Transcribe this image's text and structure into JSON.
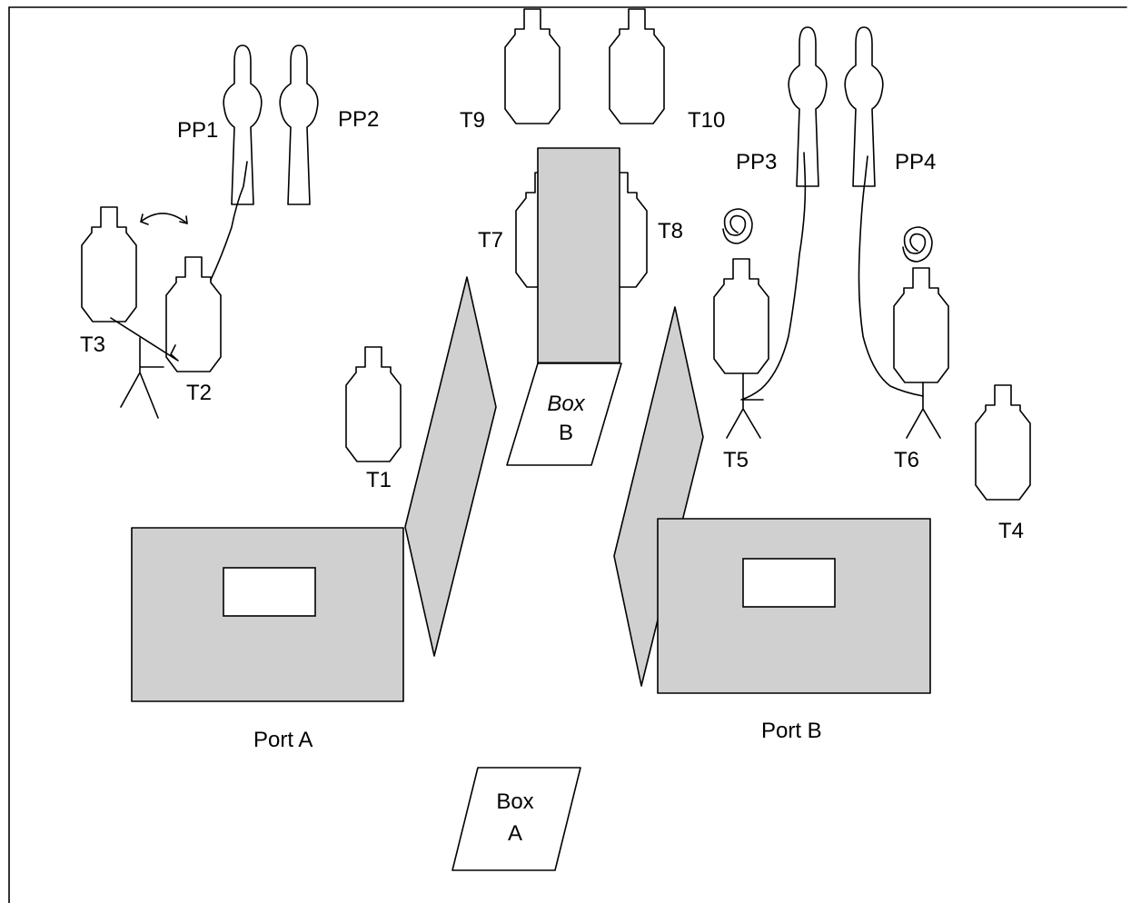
{
  "labels": {
    "pp1": "PP1",
    "pp2": "PP2",
    "pp3": "PP3",
    "pp4": "PP4",
    "t1": "T1",
    "t2": "T2",
    "t3": "T3",
    "t4": "T4",
    "t5": "T5",
    "t6": "T6",
    "t7": "T7",
    "t8": "T8",
    "t9": "T9",
    "t10": "T10",
    "box_a_line1": "Box",
    "box_a_line2": "A",
    "box_b_line1": "Box",
    "box_b_line2": "B",
    "port_a": "Port A",
    "port_b": "Port B"
  },
  "colors": {
    "wall_fill": "#d0d0d0",
    "line": "#000000",
    "background": "#ffffff"
  }
}
